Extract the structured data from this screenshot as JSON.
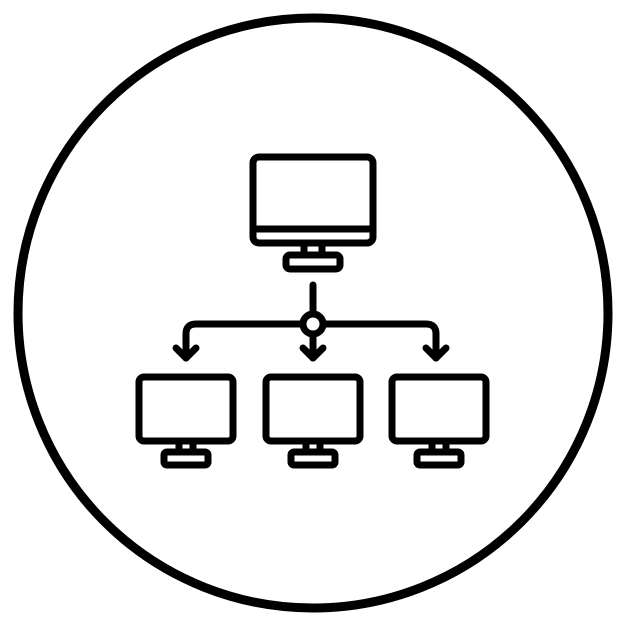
{
  "icon": {
    "name": "network-computers-icon",
    "style": "outline",
    "stroke_color": "#000000",
    "background_color": "#ffffff",
    "elements": {
      "frame": "circle-frame",
      "host": "desktop-monitor-icon",
      "hub": "junction-node",
      "clients": [
        "desktop-monitor-icon",
        "desktop-monitor-icon",
        "desktop-monitor-icon"
      ],
      "connectors": [
        "down-arrow-icon",
        "down-arrow-icon",
        "down-arrow-icon"
      ]
    }
  }
}
